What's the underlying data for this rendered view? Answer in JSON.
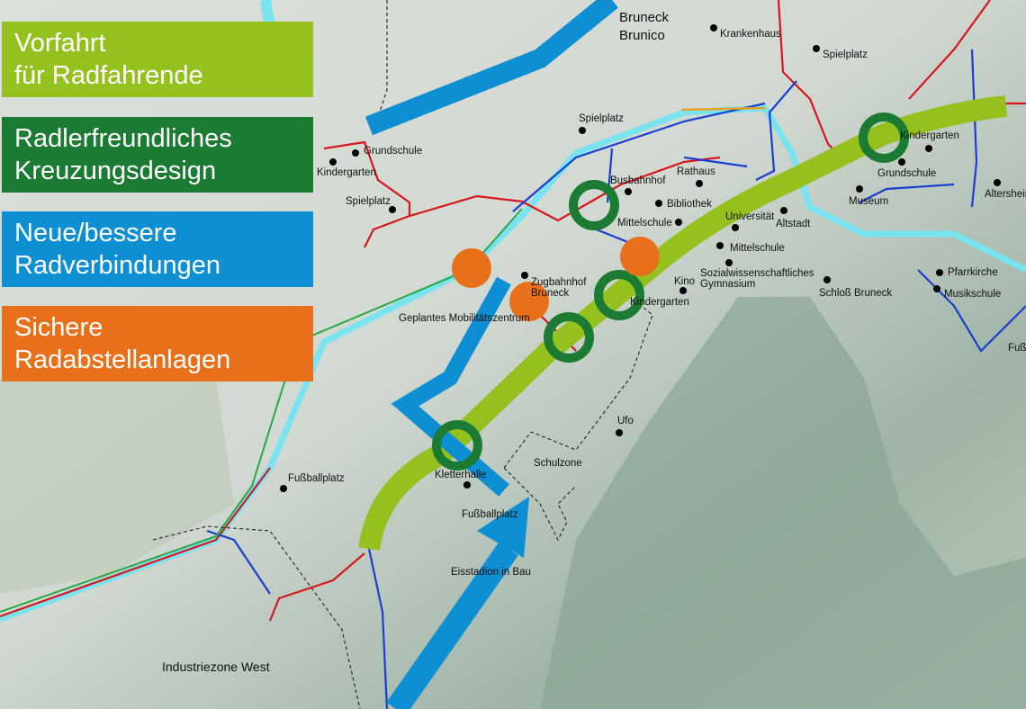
{
  "legend": [
    {
      "line1": "Vorfahrt",
      "line2": "für Radfahrende",
      "color": "#95c11f"
    },
    {
      "line1": "Radlerfreundliches",
      "line2": "Kreuzungsdesign",
      "color": "#1b7b32"
    },
    {
      "line1": "Neue/bessere",
      "line2": "Radverbindungen",
      "color": "#0e8fd3"
    },
    {
      "line1": "Sichere",
      "line2": "Radabstellanlagen",
      "color": "#e8701a"
    }
  ],
  "map": {
    "town": [
      "Bruneck",
      "Brunico"
    ],
    "labels": {
      "krankenhaus": "Krankenhaus",
      "spielplatz_ne": "Spielplatz",
      "spielplatz_c": "Spielplatz",
      "grundschule_w": "Grundschule",
      "kindergarten_w": "Kindergarten",
      "spielplatz_w": "Spielplatz",
      "rathaus": "Rathaus",
      "busbahnhof": "Busbahnhof",
      "bibliothek": "Bibliothek",
      "mittelschule_1": "Mittelschule",
      "universitaet": "Universität",
      "altstadt": "Altstadt",
      "mittelschule_2": "Mittelschule",
      "sozial1": "Sozialwissenschaftliches",
      "sozial2": "Gymnasium",
      "kino": "Kino",
      "kindergarten_c": "Kindergarten",
      "zugbahnhof1": "Zugbahnhof",
      "zugbahnhof2": "Bruneck",
      "mobilitaet": "Geplantes Mobilitätszentrum",
      "kindergarten_e": "Kindergarten",
      "grundschule_e": "Grundschule",
      "museum": "Museum",
      "altersheim": "Altersheim",
      "pfarrkirche": "Pfarrkirche",
      "musikschule": "Musikschule",
      "schloss": "Schloß Bruneck",
      "fuss_e": "Fußballplatz",
      "ufo": "Ufo",
      "schulzone": "Schulzone",
      "kletterhalle": "Kletterhalle",
      "fussballplatz_c": "Fußballplatz",
      "fussballplatz_w": "Fußballplatz",
      "eisstadion": "Eisstadion in Bau",
      "industrie": "Industriezone West"
    }
  }
}
